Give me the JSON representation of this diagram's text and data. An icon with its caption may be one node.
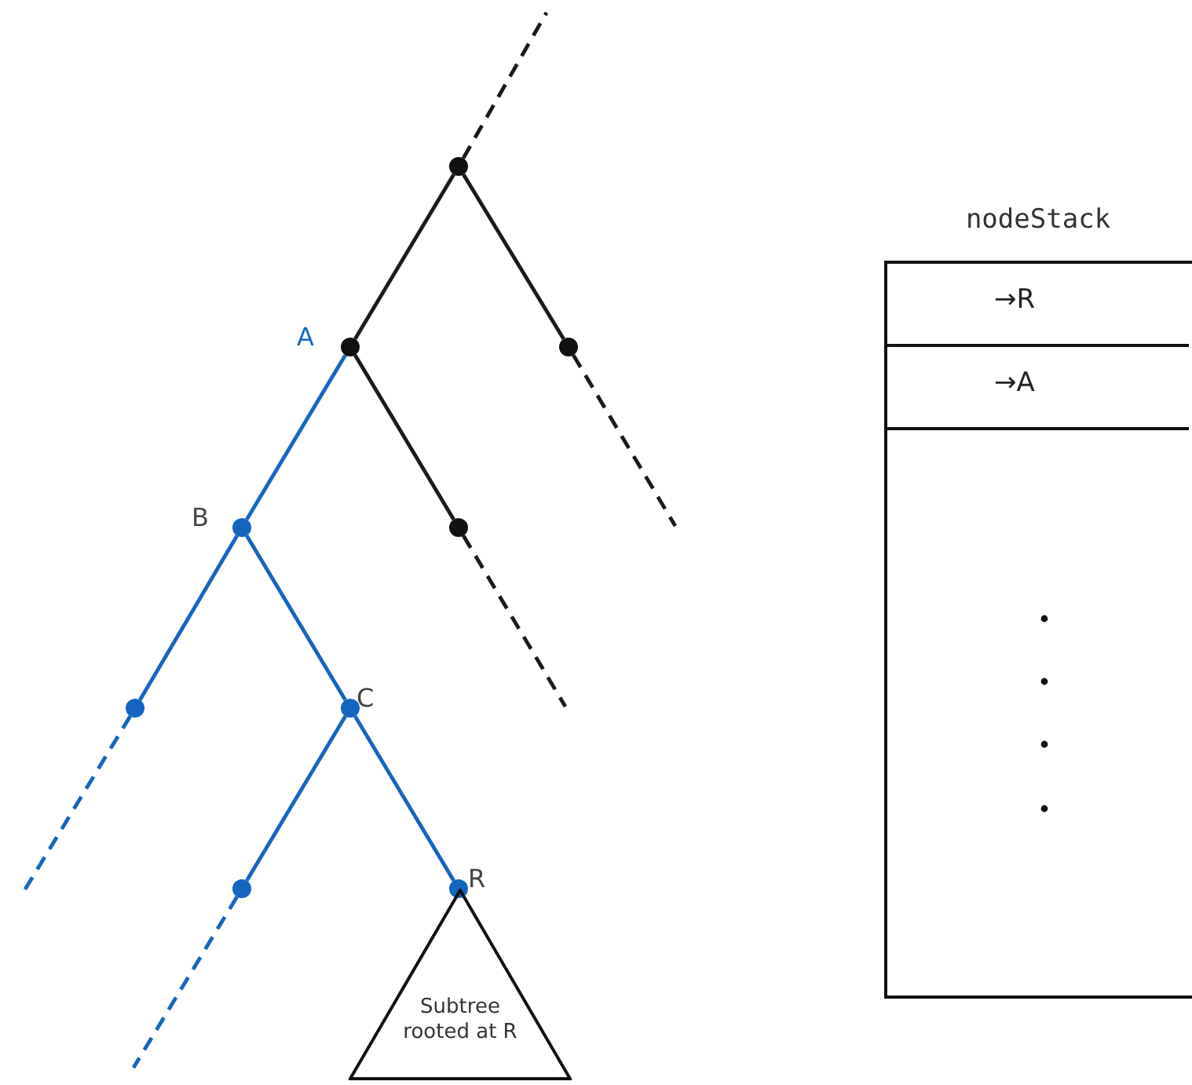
{
  "diagram": {
    "nodes": [
      {
        "text": [],
        "shape": "circle"
      },
      {
        "text": [],
        "shape": "circle",
        "beside": [
          "A"
        ]
      },
      {
        "text": [],
        "shape": "circle"
      },
      {
        "text": [],
        "shape": "circle",
        "beside": [
          "B"
        ]
      },
      {
        "text": [],
        "shape": "circle"
      },
      {
        "text": [],
        "shape": "circle"
      },
      {
        "text": [],
        "shape": "circle",
        "beside": [
          "C"
        ]
      },
      {
        "text": [],
        "shape": "circle"
      },
      {
        "text": [],
        "shape": "circle",
        "beside": [
          "R"
        ]
      },
      {
        "text": [
          "Subtree rooted at R"
        ]
      },
      {
        "text": [
          "nodeStack"
        ]
      },
      {
        "text": [
          "→R"
        ],
        "in": 10
      },
      {
        "text": [
          "→A"
        ],
        "in": 10
      }
    ],
    "edges": [
      {
        "from": 0,
        "to": null,
        "arrow": "none",
        "style": "dashed",
        "color": "#1a1a1a"
      },
      {
        "from": 0,
        "to": 1,
        "arrow": "none",
        "color": "#1a1a1a"
      },
      {
        "from": 0,
        "to": 2,
        "arrow": "none",
        "color": "#1a1a1a"
      },
      {
        "from": 2,
        "to": null,
        "arrow": "none",
        "style": "dashed",
        "color": "#1a1a1a"
      },
      {
        "from": 1,
        "to": 3,
        "arrow": "none"
      },
      {
        "from": 1,
        "to": 4,
        "arrow": "none",
        "color": "#1a1a1a"
      },
      {
        "from": 4,
        "to": null,
        "arrow": "none",
        "style": "dashed",
        "color": "#1a1a1a"
      },
      {
        "from": 3,
        "to": 5,
        "arrow": "none"
      },
      {
        "from": 3,
        "to": 6,
        "arrow": "none"
      },
      {
        "from": 5,
        "to": null,
        "arrow": "none",
        "style": "dashed"
      },
      {
        "from": 6,
        "to": 7,
        "arrow": "none"
      },
      {
        "from": 6,
        "to": 8,
        "arrow": "none"
      },
      {
        "from": 7,
        "to": null,
        "arrow": "none",
        "style": "dashed"
      }
    ]
  }
}
